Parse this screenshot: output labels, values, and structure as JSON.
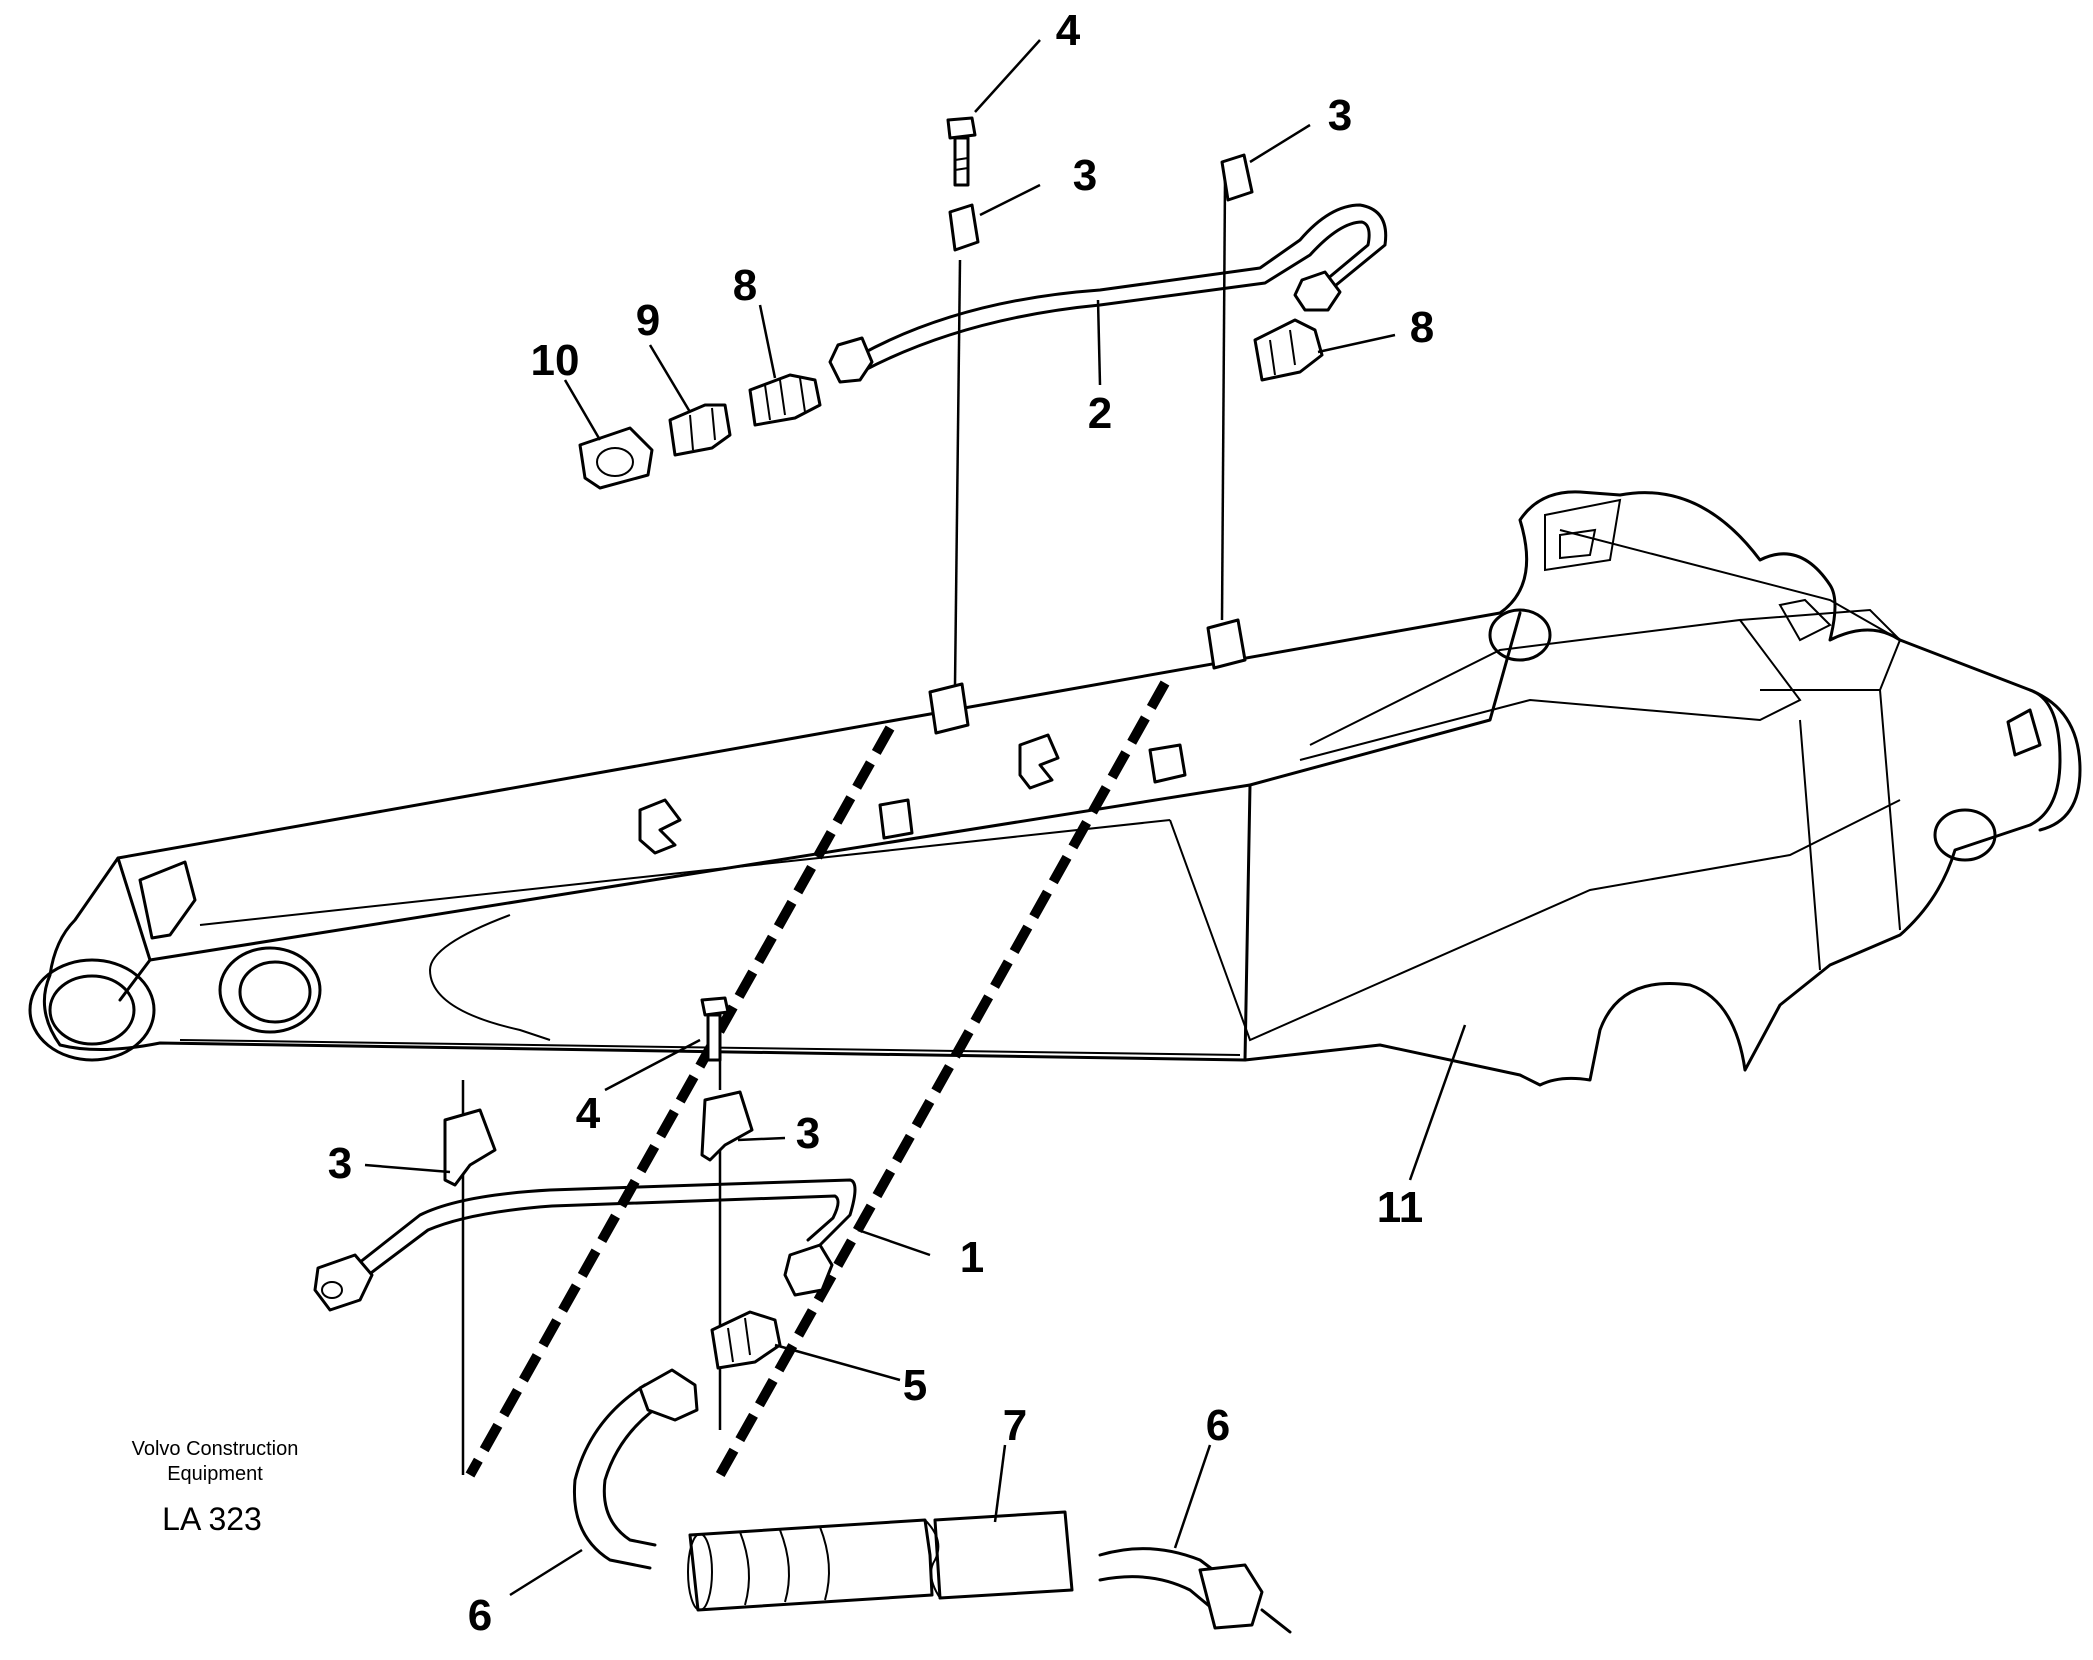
{
  "callouts": [
    {
      "id": "c4-top",
      "text": "4"
    },
    {
      "id": "c3-top-mid",
      "text": "3"
    },
    {
      "id": "c3-top-right",
      "text": "3"
    },
    {
      "id": "c8-left",
      "text": "8"
    },
    {
      "id": "c8-right",
      "text": "8"
    },
    {
      "id": "c9",
      "text": "9"
    },
    {
      "id": "c10",
      "text": "10"
    },
    {
      "id": "c2",
      "text": "2"
    },
    {
      "id": "c4-bottom",
      "text": "4"
    },
    {
      "id": "c3-bottom-left",
      "text": "3"
    },
    {
      "id": "c3-bottom-mid",
      "text": "3"
    },
    {
      "id": "c1",
      "text": "1"
    },
    {
      "id": "c5",
      "text": "5"
    },
    {
      "id": "c7",
      "text": "7"
    },
    {
      "id": "c6-right",
      "text": "6"
    },
    {
      "id": "c6-left",
      "text": "6"
    },
    {
      "id": "c11",
      "text": "11"
    }
  ],
  "footer": {
    "company_line1": "Volvo Construction",
    "company_line2": "Equipment",
    "drawing_code": "LA 323"
  }
}
